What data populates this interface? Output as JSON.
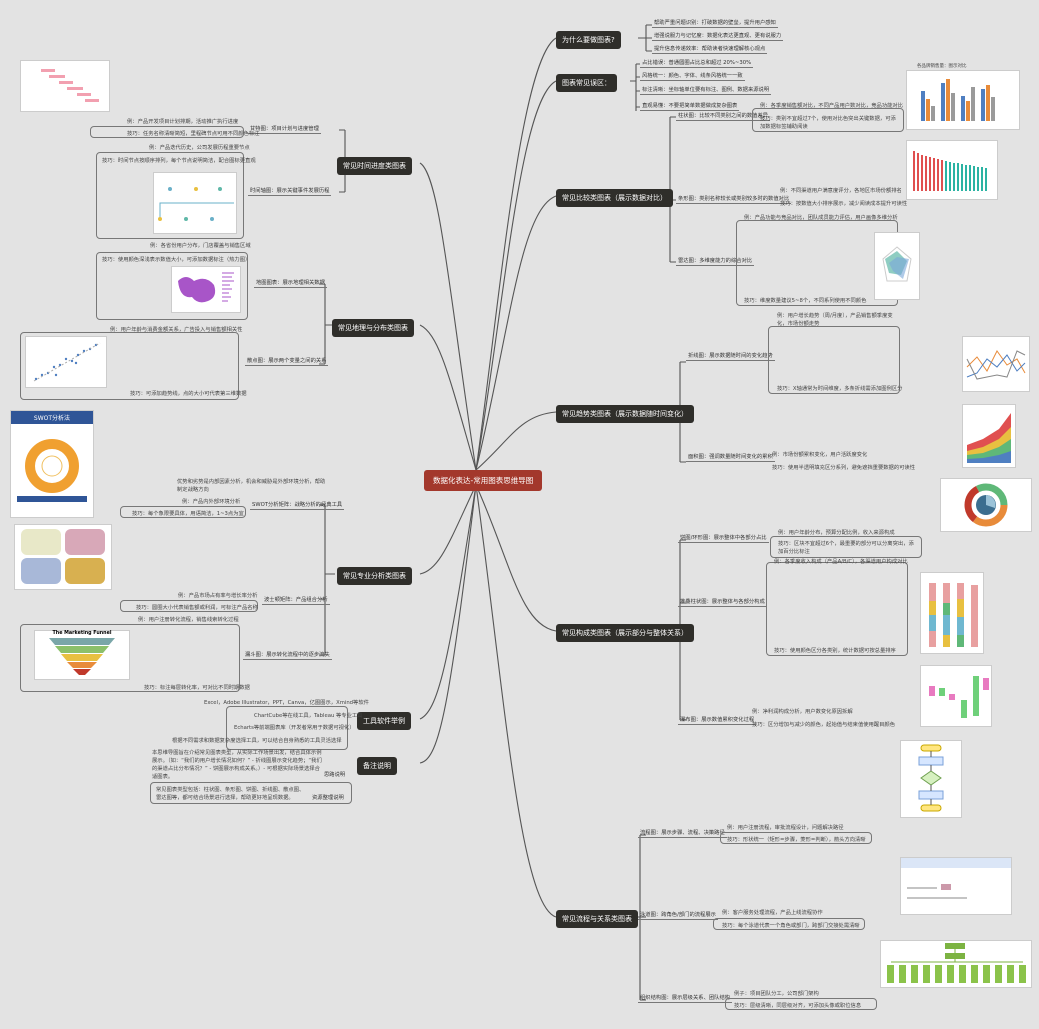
{
  "center": "数据化表达-常用图表思维导图",
  "right": [
    {
      "title": "为什么要做图表?",
      "items": [
        "帮助严重问题识别：打破数据的壁垒，提升用户感知",
        "增强说服力与记忆度：数据化表达更直观、更有说服力",
        "提升信息传递效率：帮助读者快速理解核心观点"
      ]
    },
    {
      "title": "图表常见误区：",
      "items": [
        "占比错误：普通圆圈占比总和超过 20%~30%",
        "风格统一：颜色、字体、线条风格统一一致",
        "标注清晰：坐标轴单位要有标注、图例、数据来源说明",
        "直观易懂：不要把简单数据做成复杂图表"
      ]
    },
    {
      "title": "常见比较类图表（展示数据对比）",
      "items": [
        "柱状图：比较不同类别之间的数值差异",
        "条形图：类别名称较长或类别较多时的数值对比",
        "雷达图：多维度能力的综合对比"
      ],
      "notes": [
        "例：各季度销售额对比，不同产品用户数对比，竞品功能对比",
        "技巧：类别不宜超过7个，使用对比色突出关键数据，可添加数据标签辅助阅读",
        "例：不同渠道用户满意度评分，各地区市场份额排名",
        "技巧：按数值大小排序展示，减少阅读成本提升可读性",
        "例：产品功能与竞品对比，团队成员能力评估，用户画像多维分析",
        "技巧：维度数量建议5~8个，不同系列使用不同颜色"
      ]
    },
    {
      "title": "常见趋势类图表（展示数据随时间变化）",
      "items": [
        "折线图：展示数据随时间的变化趋势",
        "面积图：强调数量随时间变化的累积"
      ],
      "notes": [
        "例：用户增长趋势（周/月度），产品销售额季度变化，市场份额走势",
        "技巧：X轴通常为时间维度，多条折线需添加图例区分",
        "例：市场份额累积变化，用户活跃度变化",
        "技巧：使用半透明填充区分系列，避免遮挡重要数据的可读性"
      ]
    },
    {
      "title": "常见构成类图表（展示部分与整体关系）",
      "items": [
        "饼图/环形图：展示整体中各部分占比",
        "堆叠柱状图：展示整体与各部分构成",
        "瀑布图：展示数值累积变化过程"
      ],
      "notes": [
        "例：用户年龄分布，预算分配比例，收入来源构成",
        "技巧：区块不宜超过6个，最重要的部分可以分离突出，添加百分比标注",
        "例：各季度收入构成（产品A/B/C），各渠道用户构成对比",
        "技巧：使用颜色区分各类别，统计数据可按总量排序",
        "例：净利润构成分析，用户数变化原因拆解",
        "技巧：区分增加与减少的颜色，起始值与结束值使用醒目颜色"
      ]
    },
    {
      "title": "常见流程与关系类图表",
      "items": [
        "流程图：展示步骤、流程、决策路径",
        "泳道图：跨角色/部门的流程展示",
        "组织结构图：展示层级关系、团队结构"
      ],
      "notes": [
        "例：用户注册流程，审批流程设计，问题解决路径",
        "技巧：形状统一（矩形=步骤，菱形=判断），箭头方向清晰",
        "例：客户服务处理流程，产品上线流程协作",
        "技巧：每个泳道代表一个角色或部门，跨部门交接处需清晰",
        "例子：项目团队分工，公司部门架构",
        "技巧：层级清晰，同层级对齐，可添加头像或职位信息"
      ]
    }
  ],
  "left": [
    {
      "title": "常见时间进度类图表",
      "items": [
        "甘特图：项目计划与进度管理",
        "时间轴图：展示关键事件发展历程"
      ],
      "notes": [
        "例：产品开发项目计划排期，活动推广执行进度",
        "技巧：任务名称清晰简短，里程碑节点可用不同颜色标注",
        "例：产品迭代历史，公司发展历程重要节点",
        "技巧：时间节点按顺序排列，每个节点说明简洁，配合图标更直观"
      ]
    },
    {
      "title": "常见地理与分布类图表",
      "items": [
        "地图图表：展示地理相关数据",
        "散点图：展示两个变量之间的关系"
      ],
      "notes": [
        "例：各省份用户分布，门店覆盖与销售区域",
        "技巧：使用颜色深浅表示数值大小，可添加数据标注（热力图）",
        "例：用户年龄与消费金额关系，广告投入与销售额相关性",
        "技巧：可添加趋势线，点的大小可代表第三维数据"
      ]
    },
    {
      "title": "常见专业分析类图表",
      "items": [
        "SWOT分析矩阵：战略分析的经典工具",
        "波士顿矩阵：产品组合分析",
        "漏斗图：展示转化流程中的逐步流失"
      ],
      "notes": [
        "优势和劣势是内部因素分析，机会和威胁是外部环境分析，帮助制定战略方向",
        "例：产品内外部环境分析",
        "技巧：每个象限要具体，用语简洁，1~3点为宜",
        "例：产品市场占有率与增长率分析",
        "技巧：圆圈大小代表销售额或利润，可标注产品名称",
        "例：用户注册转化流程，销售线索转化过程",
        "技巧：标注每层转化率，可对比不同时期数据"
      ]
    },
    {
      "title": "工具软件举例",
      "items": [
        "Excel，Adobe Illustrator，PPT，Canva，亿图图示，Xmind等软件",
        "ChartCube等在线工具，Tableau 等专业工具",
        "Echarts等前端图表库（开发者常用于数据可视化）",
        "根据不同需求和数据复杂度选择工具，可以结合自身熟悉的工具灵活选择"
      ]
    },
    {
      "title": "备注说明",
      "items": [
        "思路说明",
        "资源整理说明"
      ],
      "notes": [
        "本思维导图旨在介绍常见图表类型，从实际工作场景出发，结合具体示例展示。（如：“我们的用户增长情况如何？” - 折线图展示变化趋势；“我们的渠道占比分布情况？” - 饼图展示构成关系。）- 可根据实际场景选择合适图表。",
        "常见图表类型包括：柱状图、条形图、饼图、折线图、散点图、雷达图等，都可结合场景进行选择，帮助更好地呈现数据。"
      ]
    }
  ],
  "images": {
    "swot_title": "SWOT分析法",
    "funnel_title": "The Marketing Funnel",
    "bar_title": "各品牌销售量：图示对比"
  }
}
